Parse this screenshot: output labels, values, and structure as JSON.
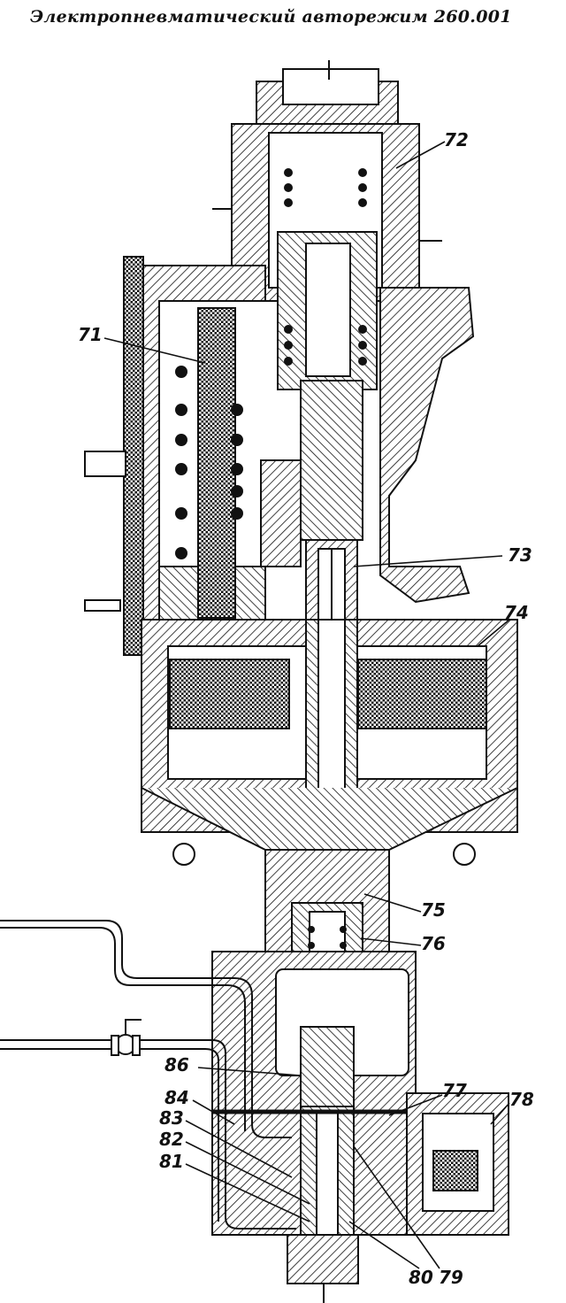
{
  "title": "Электропневматический авторежим 260.001",
  "labels": {
    "l71": "71",
    "l72": "72",
    "l73": "73",
    "l74": "74",
    "l75": "75",
    "l76": "76",
    "l77": "77",
    "l78": "78",
    "l79": "79",
    "l80": "80",
    "l81": "81",
    "l82": "82",
    "l83": "83",
    "l84": "84",
    "l86": "86"
  }
}
